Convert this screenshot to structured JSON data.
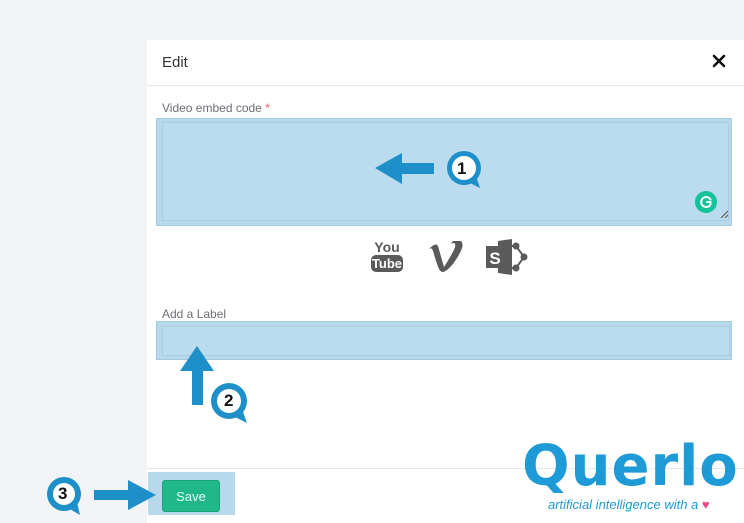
{
  "modal": {
    "title": "Edit",
    "embed_label": "Video embed code",
    "required_mark": "*",
    "embed_value": "",
    "label_field_label": "Add a Label",
    "label_value": "",
    "save_label": "Save"
  },
  "providers": [
    "youtube-icon",
    "vimeo-icon",
    "sharepoint-icon"
  ],
  "annotations": {
    "step1": "1",
    "step2": "2",
    "step3": "3"
  },
  "brand": {
    "name": "Querlo",
    "tagline": "artificial intelligence with a"
  },
  "colors": {
    "accent": "#1e9ad6",
    "highlight": "#b8d9ec",
    "save": "#21b889",
    "grammarly": "#15c39a",
    "heart": "#e84a8a"
  }
}
